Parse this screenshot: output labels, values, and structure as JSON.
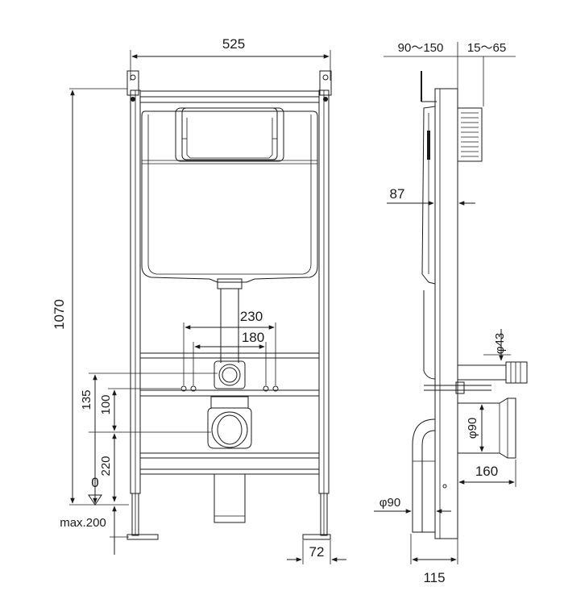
{
  "front_view": {
    "width_label": "525",
    "height_label": "1070",
    "outer_spacing_label": "230",
    "inner_spacing_label": "180",
    "upper_height_label": "135",
    "middle_height_label": "100",
    "lower_height_label": "220",
    "zero_label": "0",
    "max_label": "max.200",
    "foot_label": "72"
  },
  "side_view": {
    "frame_range_label": "90～150",
    "adjust_range_label": "15～65",
    "depth_label": "87",
    "inlet_label": "φ43",
    "drain_label": "φ90",
    "projection_label": "160",
    "bottom_pipe_label": "φ90",
    "base_label": "115"
  }
}
